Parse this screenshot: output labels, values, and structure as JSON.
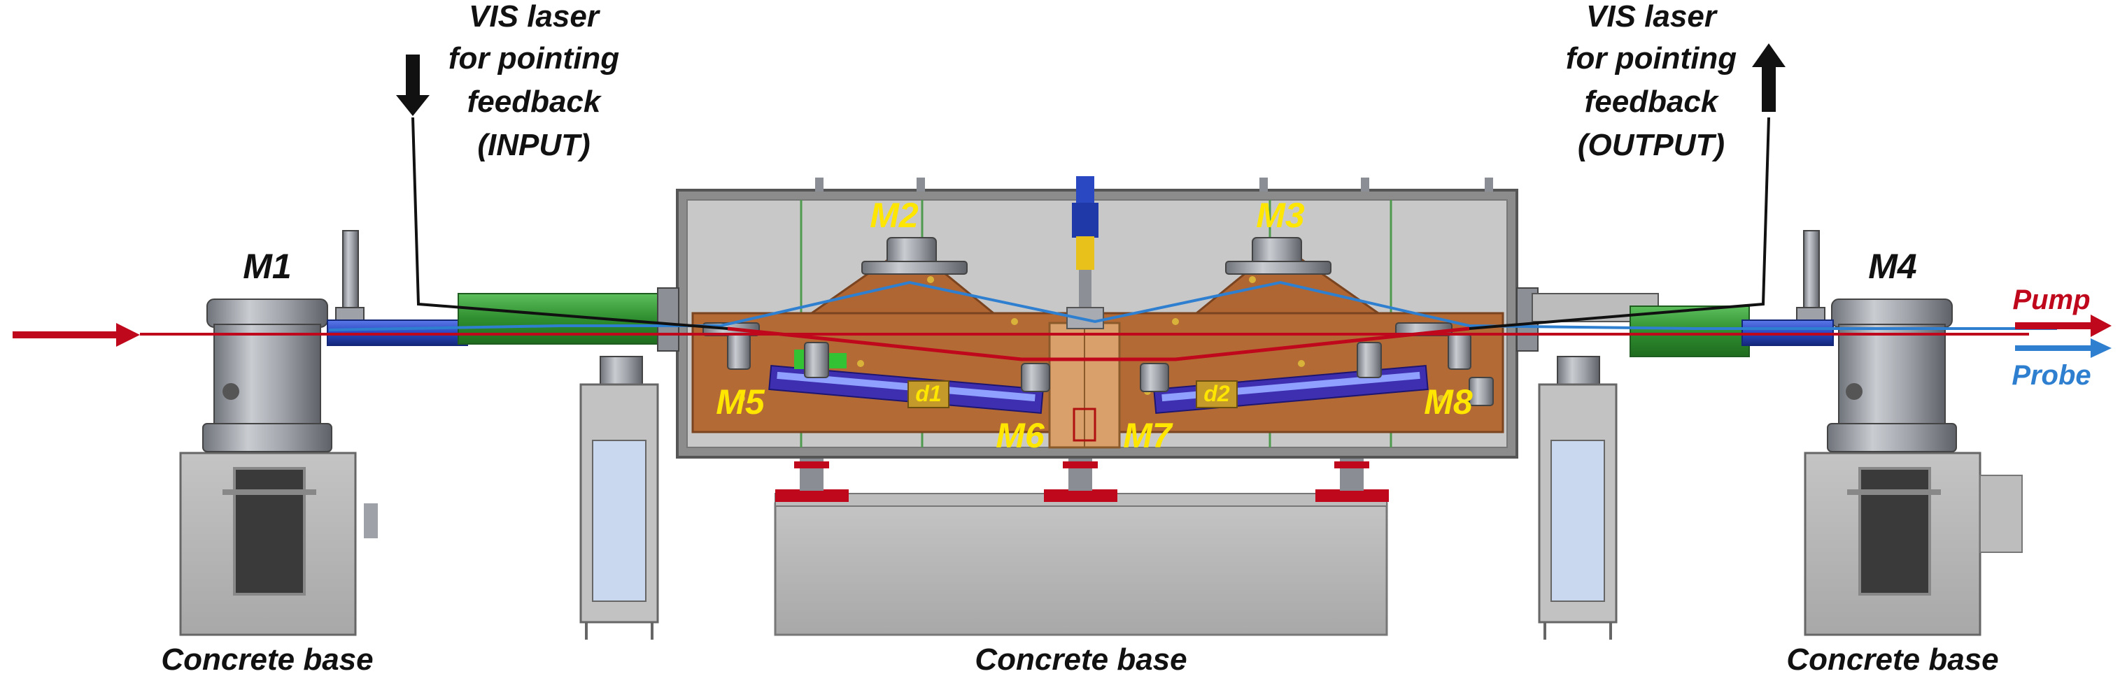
{
  "annotations": {
    "input_laser": [
      "VIS laser",
      "for pointing",
      "feedback",
      "(INPUT)"
    ],
    "output_laser": [
      "VIS laser",
      "for pointing",
      "feedback",
      "(OUTPUT)"
    ]
  },
  "mirrors": {
    "m1": "M1",
    "m2": "M2",
    "m3": "M3",
    "m4": "M4",
    "m5": "M5",
    "m6": "M6",
    "m7": "M7",
    "m8": "M8"
  },
  "distances": {
    "d1": "d1",
    "d2": "d2"
  },
  "beams": {
    "pump": "Pump",
    "probe": "Probe"
  },
  "bases": {
    "left": "Concrete base",
    "center": "Concrete base",
    "right": "Concrete base"
  },
  "colors": {
    "pump": "#c0081c",
    "probe": "#2f7fd0",
    "mirror_label": "#ffe600",
    "bench": "#b46a35",
    "chamber": "#c8c8c8",
    "pipe_green": "#3e9b3e",
    "pipe_blue": "#2a48c2",
    "text": "#111111"
  }
}
